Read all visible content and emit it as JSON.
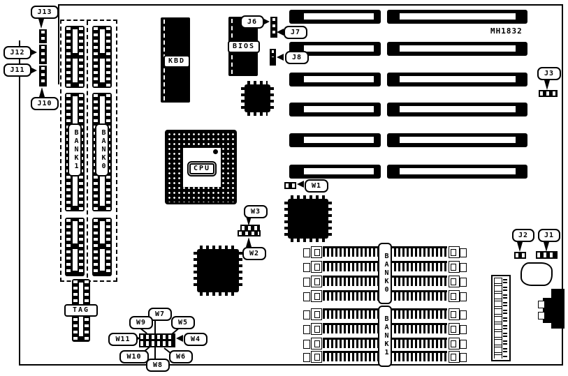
{
  "board": {
    "part_number": "MH1832"
  },
  "chips": {
    "kbd": "KBD",
    "bios": "BIOS",
    "cpu": "CPU",
    "tag": "TAG"
  },
  "memory": {
    "left": {
      "bank1": "BANK1",
      "bank0": "BANK0"
    },
    "right": {
      "bank0": "BANK0",
      "bank1": "BANK1"
    }
  },
  "jumpers": {
    "j1": "J1",
    "j2": "J2",
    "j3": "J3",
    "j6": "J6",
    "j7": "J7",
    "j8": "J8",
    "j10": "J10",
    "j11": "J11",
    "j12": "J12",
    "j13": "J13"
  },
  "straps": {
    "w1": "W1",
    "w2": "W2",
    "w3": "W3",
    "w4": "W4",
    "w5": "W5",
    "w6": "W6",
    "w7": "W7",
    "w8": "W8",
    "w9": "W9",
    "w10": "W10",
    "w11": "W11"
  }
}
